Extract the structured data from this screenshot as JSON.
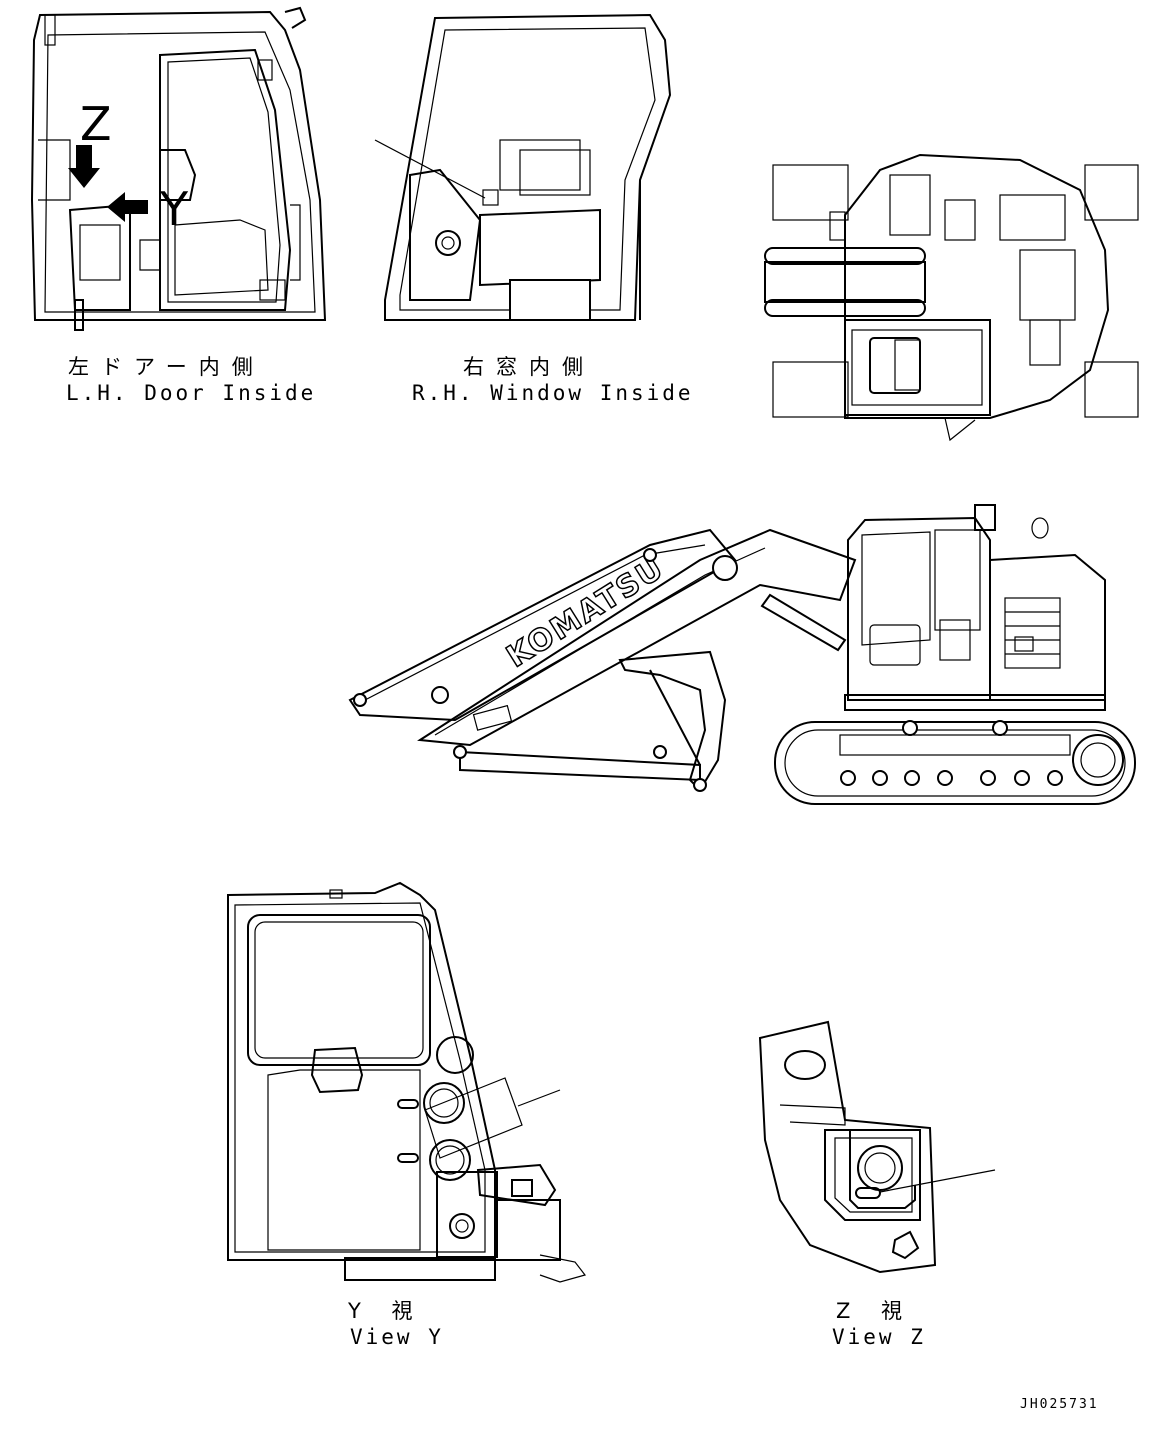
{
  "labels": {
    "lh_door_jp": "左ドアー内側",
    "lh_door_en": "L.H. Door Inside",
    "rh_window_jp": "右窓内側",
    "rh_window_en": "R.H. Window Inside",
    "view_y_jp": "Y 視",
    "view_y_en": "View Y",
    "view_z_jp": "Z 視",
    "view_z_en": "View Z"
  },
  "markers": {
    "z": "Z",
    "y": "Y"
  },
  "brand": "KOMATSU",
  "drawing_code": "JH025731"
}
